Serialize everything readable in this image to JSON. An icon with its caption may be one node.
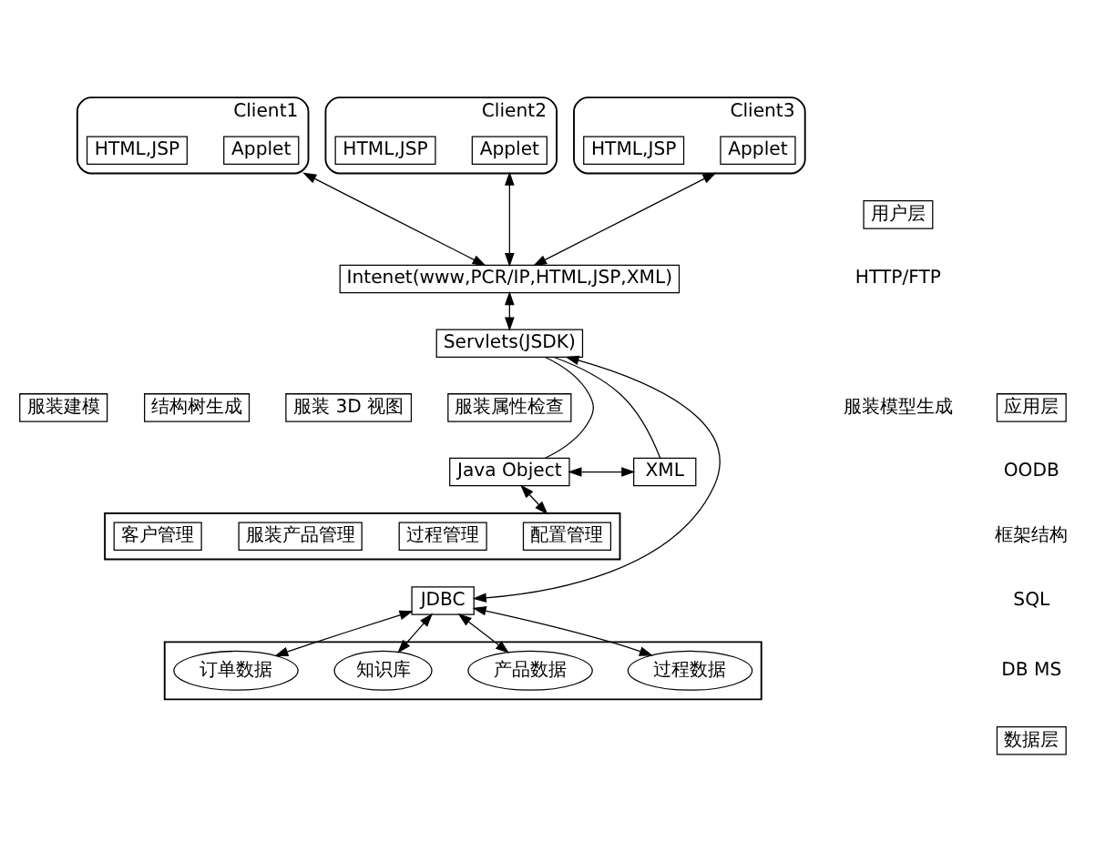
{
  "diagram": {
    "nodes": [
      {
        "text": [
          "Client1"
        ]
      },
      {
        "text": [
          "Applet"
        ],
        "in": 0
      },
      {
        "text": [
          "HTML,JSP"
        ],
        "in": 0
      },
      {
        "text": [
          "Client2"
        ]
      },
      {
        "text": [
          "Applet"
        ],
        "in": 3
      },
      {
        "text": [
          "HTML,JSP"
        ],
        "in": 3
      },
      {
        "text": [
          "Client3"
        ]
      },
      {
        "text": [
          "Applet"
        ],
        "in": 6
      },
      {
        "text": [
          "HTML,JSP"
        ],
        "in": 6
      },
      {
        "text": [
          "用户层"
        ]
      },
      {
        "text": [
          "Intenet(www,PCR/IP,HTML,JSP,XML)"
        ]
      },
      {
        "text": [
          "Servlets(JSDK)"
        ]
      },
      {
        "text": [
          "服装建模"
        ]
      },
      {
        "text": [
          "结构树生成"
        ]
      },
      {
        "text": [
          "服装 3D 视图"
        ]
      },
      {
        "text": [
          "服装属性检查"
        ]
      },
      {
        "text": [
          "Java Object"
        ]
      },
      {
        "text": [
          "XML"
        ]
      },
      {
        "text": [
          "应用层"
        ]
      },
      {
        "text": [],
        "shape": "box"
      },
      {
        "text": [
          "配置管理"
        ],
        "in": 19
      },
      {
        "text": [
          "过程管理"
        ],
        "in": 19
      },
      {
        "text": [
          "服装产品管理"
        ],
        "in": 19
      },
      {
        "text": [
          "客户管理"
        ],
        "in": 19
      },
      {
        "text": [
          "JDBC"
        ]
      },
      {
        "text": [
          "数据层"
        ]
      },
      {
        "text": [],
        "shape": "box"
      },
      {
        "text": [
          "过程数据"
        ],
        "in": 26
      },
      {
        "text": [
          "产品数据"
        ],
        "in": 26
      },
      {
        "text": [
          "知识库"
        ],
        "in": 26
      },
      {
        "text": [
          "订单数据"
        ],
        "in": 26
      }
    ],
    "edges": [
      {
        "from": 0,
        "to": 10,
        "arrow": "both"
      },
      {
        "from": 3,
        "to": 10,
        "arrow": "both"
      },
      {
        "from": 6,
        "to": 10,
        "arrow": "both"
      },
      {
        "from": 10,
        "to": 11,
        "arrow": "both"
      },
      {
        "from": 11,
        "to": 16,
        "arrow": "none"
      },
      {
        "from": 11,
        "to": 17,
        "arrow": "none"
      },
      {
        "from": 16,
        "to": 17,
        "arrow": "both"
      },
      {
        "from": 16,
        "to": 19,
        "arrow": "both"
      },
      {
        "from": 11,
        "to": 24,
        "arrow": "both"
      },
      {
        "from": 24,
        "to": 27,
        "arrow": "both"
      },
      {
        "from": 24,
        "to": 28,
        "arrow": "both"
      },
      {
        "from": 24,
        "to": 29,
        "arrow": "both"
      },
      {
        "from": 24,
        "to": 30,
        "arrow": "both"
      }
    ],
    "labels": [
      "HTTP/FTP",
      "服装模型生成",
      "OODB",
      "框架结构",
      "SQL",
      "DB MS"
    ]
  }
}
